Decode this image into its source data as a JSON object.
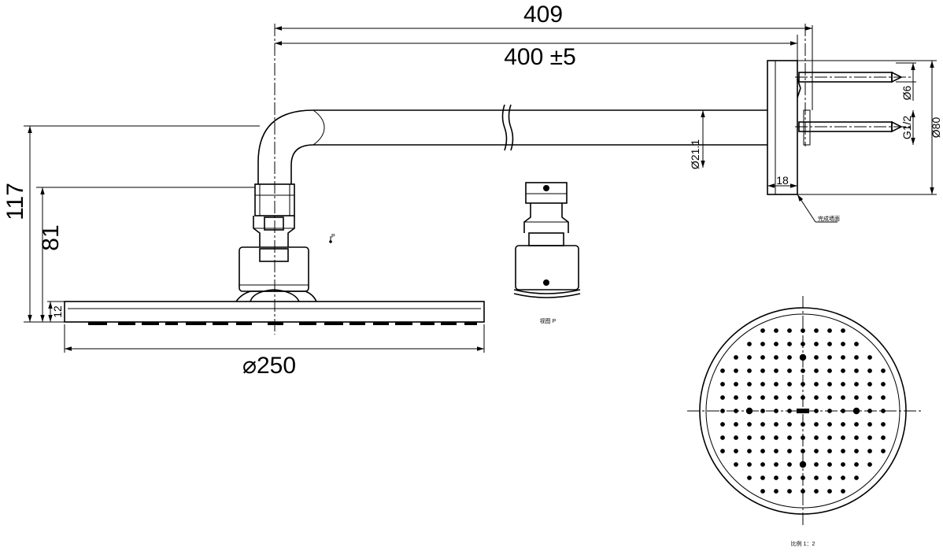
{
  "dimensions": {
    "total_length": "409",
    "arm_length": "400 ±5",
    "total_height": "117",
    "head_height": "81",
    "head_thickness": "12",
    "head_diameter": "⌀250",
    "pipe_diameter": "Ø21.1",
    "screw_diameter": "Ø6",
    "thread": "G1/2",
    "flange_diameter": "Ø80",
    "flange_thickness": "18"
  },
  "labels": {
    "view_marker": "P",
    "view_caption": "视图 P",
    "wall_note": "完成墙面",
    "scale": "比例 1：2"
  }
}
